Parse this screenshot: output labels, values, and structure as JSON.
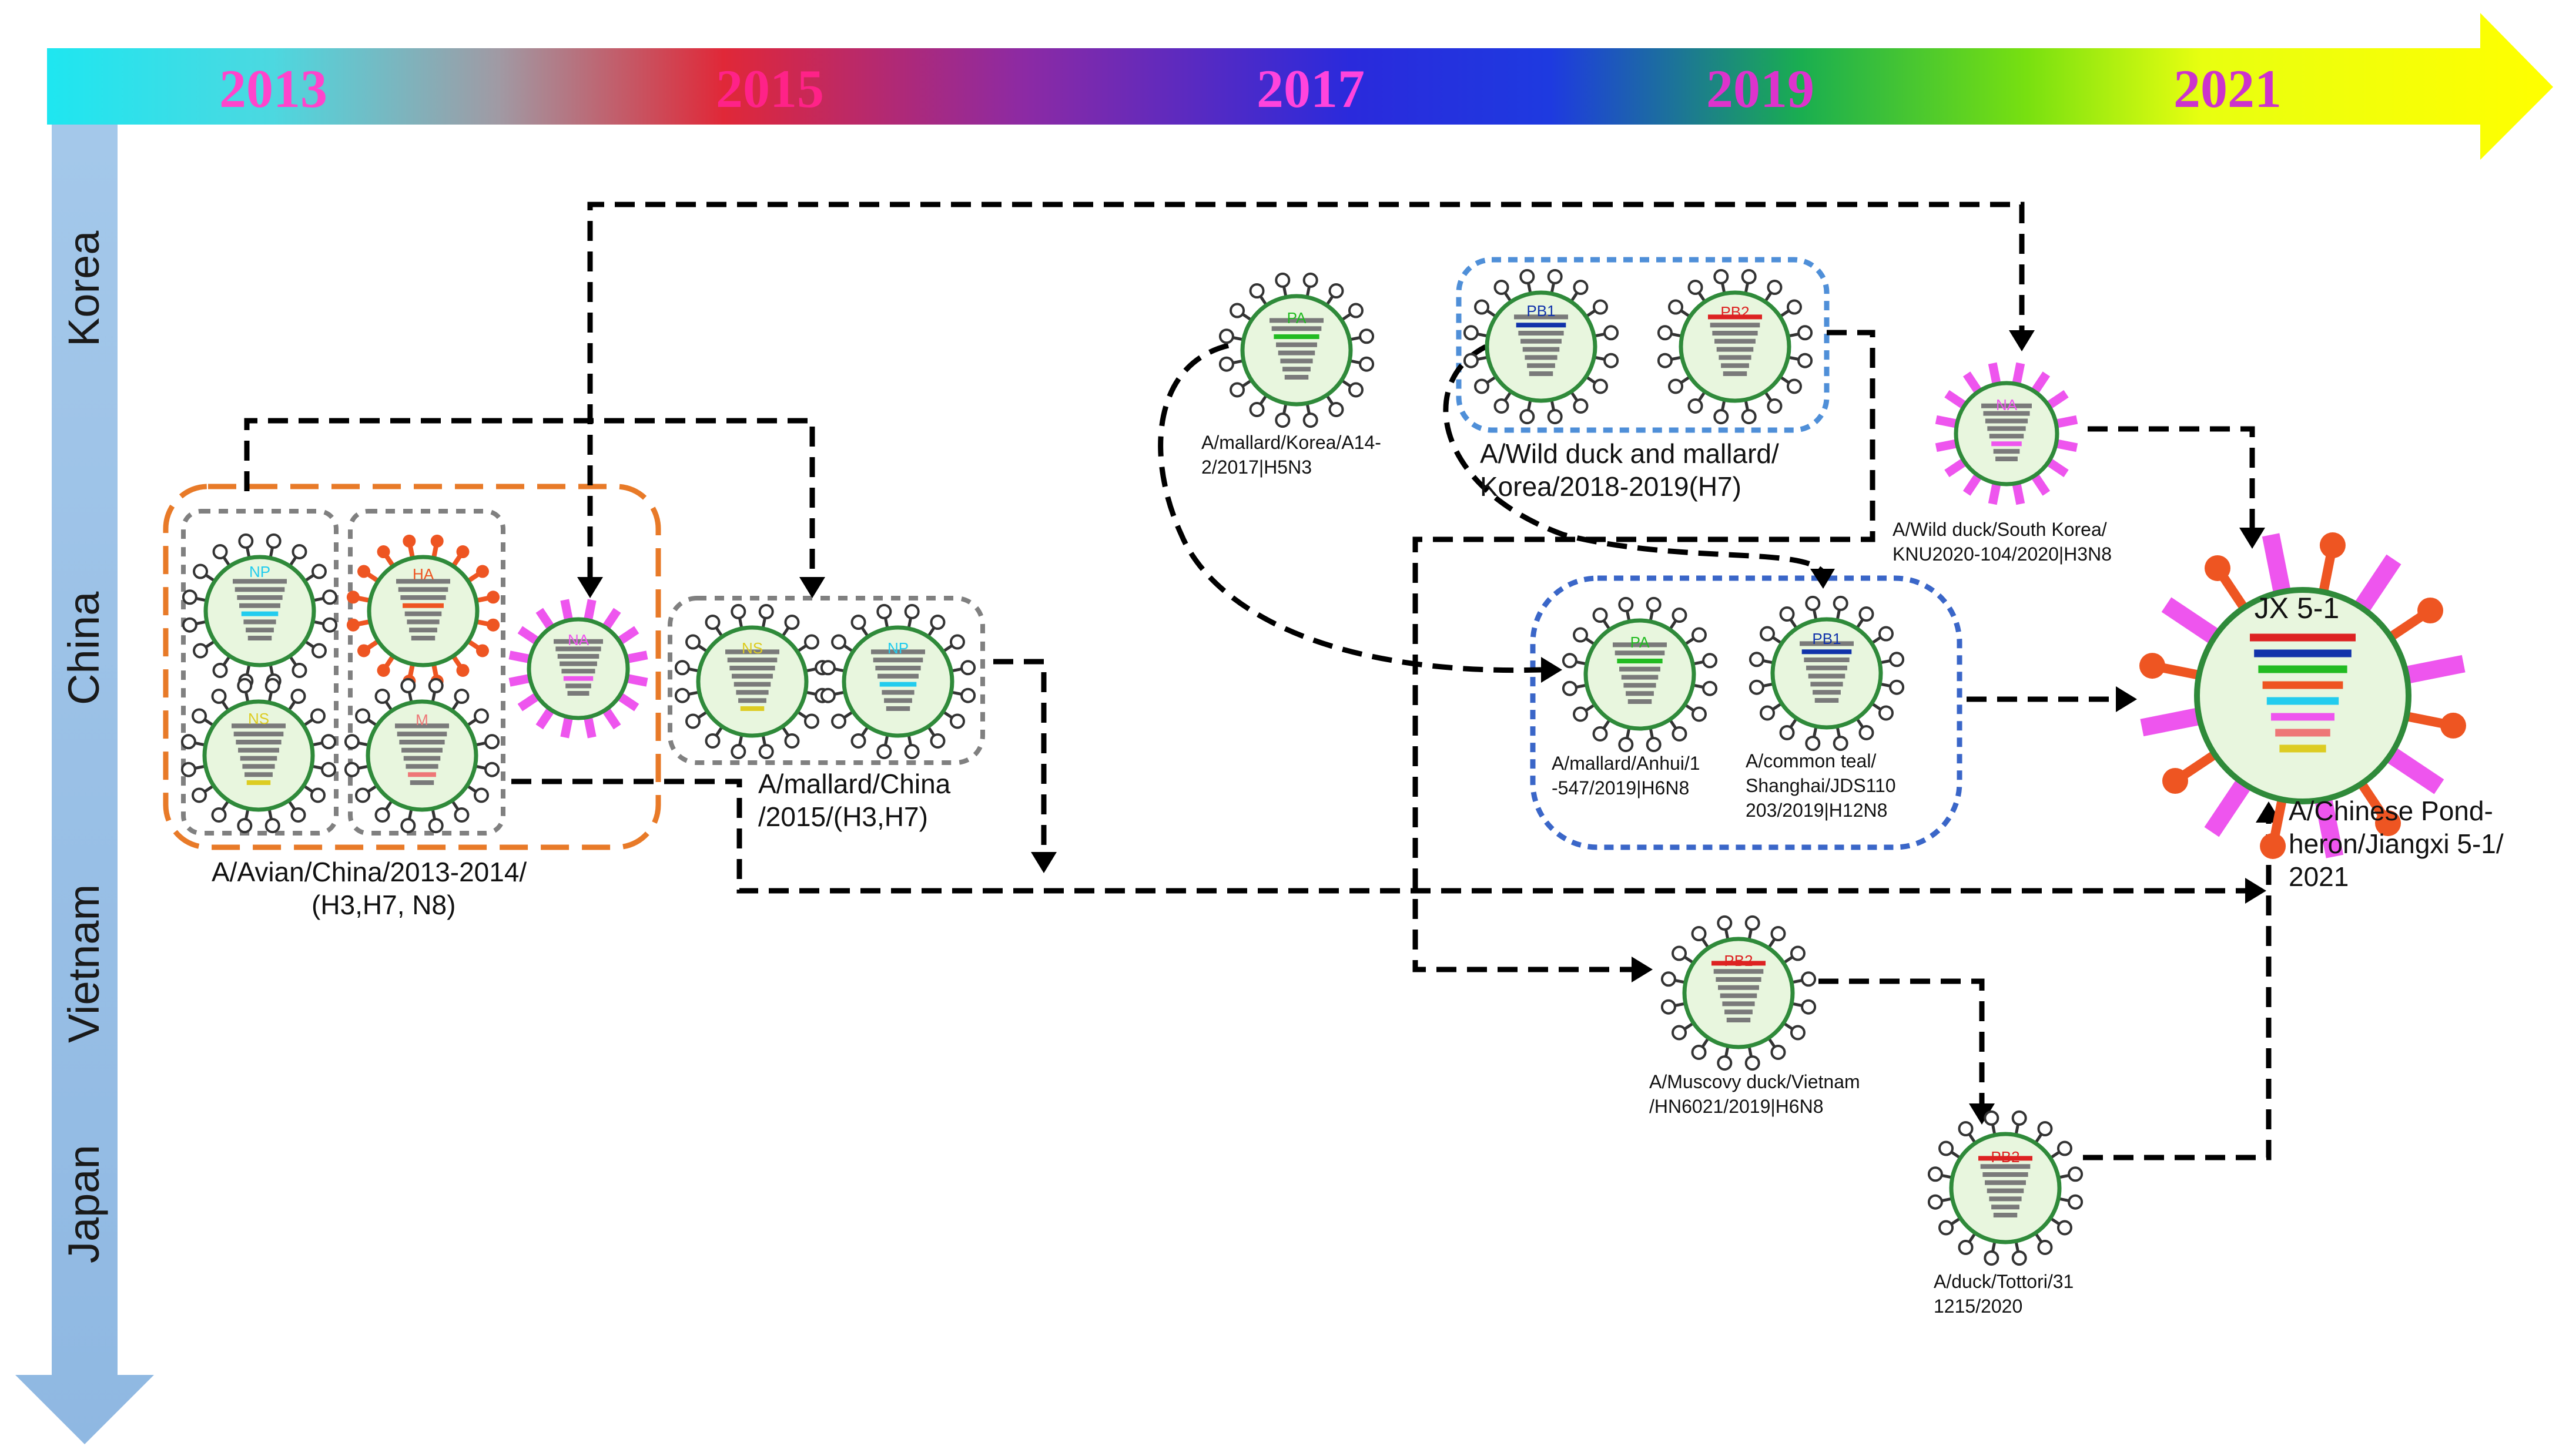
{
  "timeline": {
    "years": [
      {
        "label": "2013",
        "color": "#ff44cc"
      },
      {
        "label": "2015",
        "color": "#ff2288"
      },
      {
        "label": "2017",
        "color": "#ff44dd"
      },
      {
        "label": "2019",
        "color": "#dd33cc"
      },
      {
        "label": "2021",
        "color": "#cc33cc"
      }
    ]
  },
  "regions": [
    "Korea",
    "China",
    "Vietnam",
    "Japan"
  ],
  "genes": {
    "np_left": "NP",
    "ha": "HA",
    "ns_left": "NS",
    "m": "M",
    "na_china": "NA",
    "ns_2015": "NS",
    "np_2015": "NP",
    "pa_korea": "PA",
    "pb1_korea": "PB1",
    "pb2_korea": "PB2",
    "na_korea": "NA",
    "pa_anhui": "PA",
    "pb1_shanghai": "PB1",
    "pb2_vietnam": "PB2",
    "pb2_japan": "PB2",
    "jx_title": "JX 5-1"
  },
  "labels": {
    "china_group": [
      "A/Avian/China/2013-2014/",
      "(H3,H7, N8)"
    ],
    "mallard_2015": [
      "A/mallard/China",
      "/2015/(H3,H7)"
    ],
    "korea_a14": [
      "A/mallard/Korea/A14-",
      "2/2017|H5N3"
    ],
    "korea_group": [
      "A/Wild duck and mallard/",
      "Korea/2018-2019(H7)"
    ],
    "korea_knu": [
      "A/Wild duck/South Korea/",
      "KNU2020-104/2020|H3N8"
    ],
    "anhui": [
      "A/mallard/Anhui/1",
      "-547/2019|H6N8"
    ],
    "shanghai": [
      "A/common teal/",
      "Shanghai/JDS110",
      "203/2019|H12N8"
    ],
    "vietnam": [
      "A/Muscovy duck/Vietnam",
      "/HN6021/2019|H6N8"
    ],
    "japan": [
      "A/duck/Tottori/31",
      "1215/2020"
    ],
    "jx": [
      "A/Chinese Pond-",
      "heron/Jiangxi 5-1/",
      "2021"
    ]
  },
  "colors": {
    "virus_fill": "#e8f6de",
    "virus_ring": "#2f8a3a",
    "segment_grey": "#7a7a7a",
    "na_magenta": "#ee55ee",
    "ha_orange": "#ee5522",
    "orange_box": "#e87a28",
    "grey_box": "#808080",
    "blue_box": "#4f8fd8",
    "blue_box_dark": "#3a66c8",
    "vertical_bar": "#9ec3e6"
  }
}
